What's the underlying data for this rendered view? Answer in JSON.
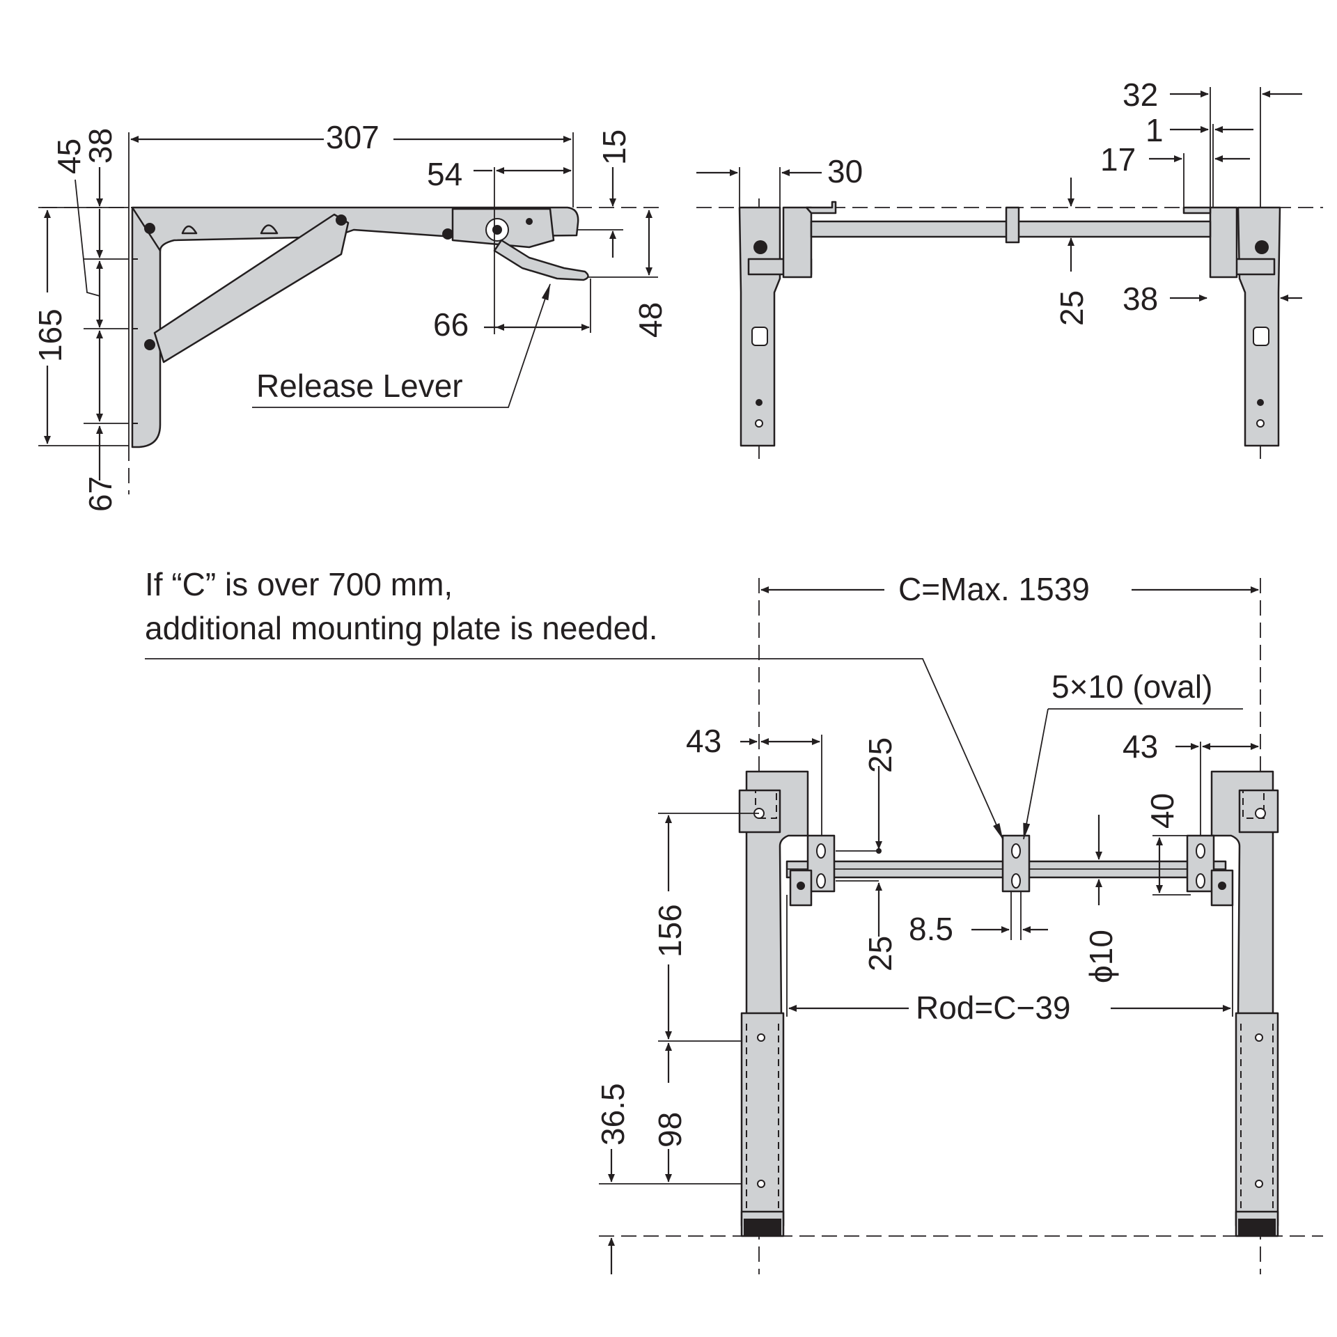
{
  "side_view": {
    "dim_307": "307",
    "dim_54": "54",
    "dim_15": "15",
    "dim_45": "45",
    "dim_38": "38",
    "dim_165": "165",
    "dim_67": "67",
    "dim_66": "66",
    "dim_48": "48",
    "release_lever": "Release Lever"
  },
  "front_view": {
    "dim_30": "30",
    "dim_32": "32",
    "dim_1": "1",
    "dim_17": "17",
    "dim_25": "25",
    "dim_38": "38"
  },
  "top_view": {
    "note_line1": "If “C” is over 700 mm,",
    "note_line2": "additional mounting plate is needed.",
    "dim_c": "C=Max. 1539",
    "oval": "5×10 (oval)",
    "dim_43_left": "43",
    "dim_43_right": "43",
    "dim_25_top": "25",
    "dim_25_bottom": "25",
    "dim_40": "40",
    "dim_8_5": "8.5",
    "dim_phi10": "ϕ10",
    "dim_156": "156",
    "dim_rod": "Rod=C−39",
    "dim_98": "98",
    "dim_36_5": "36.5"
  }
}
